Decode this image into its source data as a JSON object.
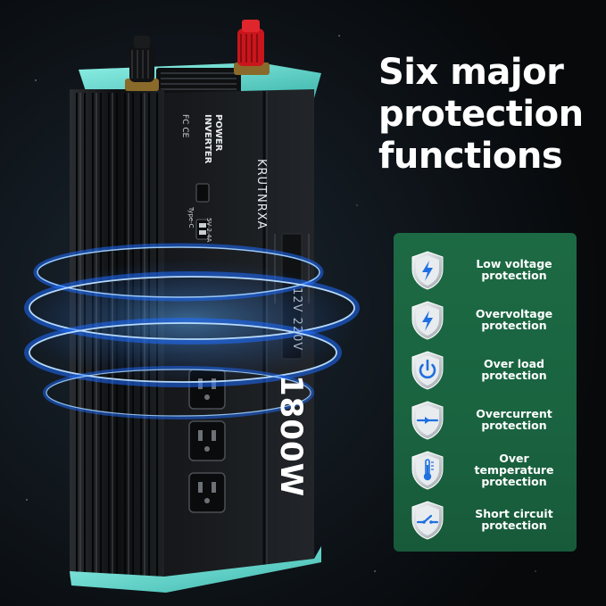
{
  "headline": {
    "lines": [
      "Six major",
      "protection",
      "functions"
    ]
  },
  "device": {
    "brand": "KRUTNRXA",
    "type_line1": "POWER",
    "type_line2": "INVERTER",
    "power_rating": "1800W",
    "voltage": "12V 220V",
    "usb_a_label": "5V 2.4A",
    "usb_c_label": "Type-C",
    "cert_marks": "FC  CE"
  },
  "features": [
    {
      "lines": [
        "Low voltage",
        "protection"
      ],
      "icon": "bolt-icon"
    },
    {
      "lines": [
        "Overvoltage",
        "protection"
      ],
      "icon": "bolt-icon"
    },
    {
      "lines": [
        "Over load",
        "protection"
      ],
      "icon": "power-icon"
    },
    {
      "lines": [
        "Overcurrent",
        "protection"
      ],
      "icon": "current-icon"
    },
    {
      "lines": [
        "Over",
        "temperature",
        "protection"
      ],
      "icon": "thermometer-icon"
    },
    {
      "lines": [
        "Short circuit",
        "protection"
      ],
      "icon": "switch-icon"
    }
  ],
  "colors": {
    "background": "#0b0d10",
    "panel": "#1b6742",
    "accent_teal": "#5fd6cc",
    "glow_blue": "#2f8dff",
    "terminal_red": "#c8161c"
  }
}
